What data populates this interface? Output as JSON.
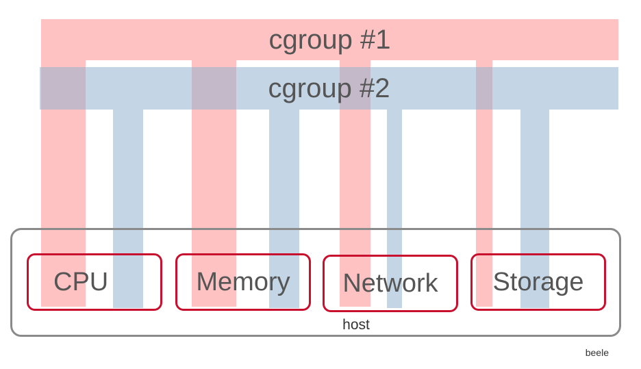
{
  "diagram": {
    "cgroup1_label": "cgroup #1",
    "cgroup2_label": "cgroup #2",
    "host_label": "host",
    "resources": [
      "CPU",
      "Memory",
      "Network",
      "Storage"
    ],
    "watermark": "beele",
    "colors": {
      "cgroup1": "#ff6e6e",
      "cgroup2": "#8eb0ce",
      "resource_border": "#c8102e",
      "host_border": "#8a8a8a",
      "text": "#555555"
    }
  }
}
